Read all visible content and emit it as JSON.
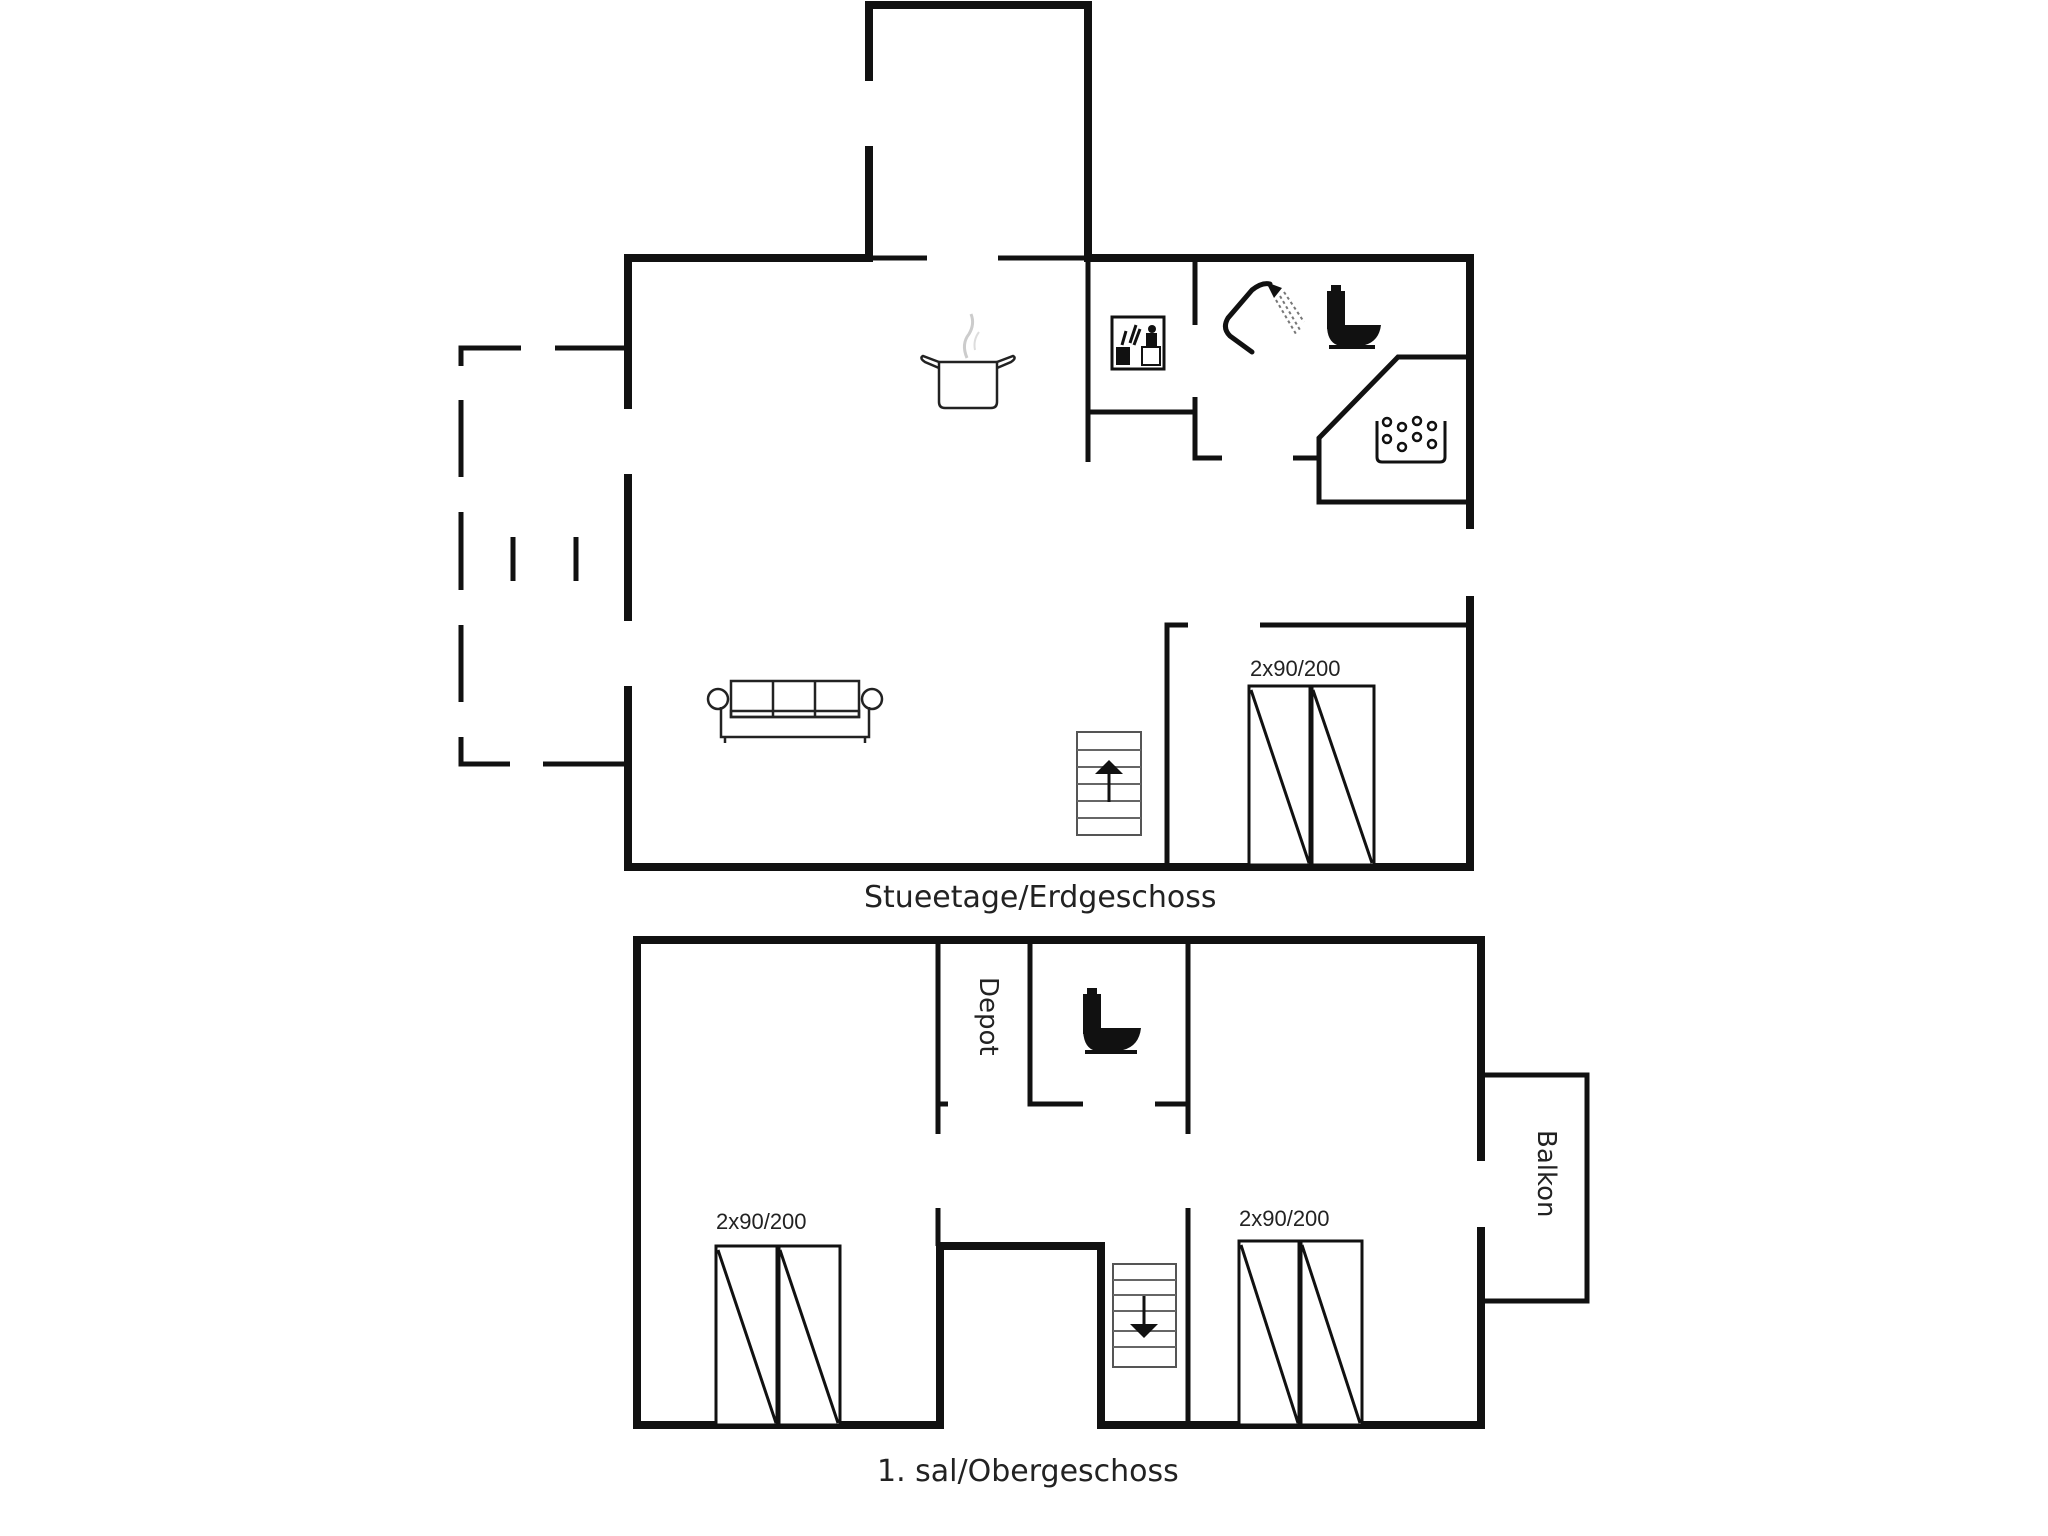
{
  "plan": {
    "ground_floor": {
      "title": "Stueetage/Erdgeschoss",
      "bed_label": "2x90/200",
      "icons": [
        "kitchen-pot-icon",
        "sofa-icon",
        "stairs-up-icon",
        "washing-machine-icon",
        "shower-icon",
        "toilet-icon",
        "spa-whirlpool-icon",
        "bed-icon"
      ]
    },
    "upper_floor": {
      "title": "1. sal/Obergeschoss",
      "depot_label": "Depot",
      "balcony_label": "Balkon",
      "bed_left_label": "2x90/200",
      "bed_right_label": "2x90/200",
      "icons": [
        "toilet-icon",
        "stairs-down-icon",
        "bed-icon",
        "bed-icon"
      ]
    }
  },
  "colors": {
    "wall": "#111111",
    "background": "#ffffff",
    "icon_outline": "#222222"
  }
}
